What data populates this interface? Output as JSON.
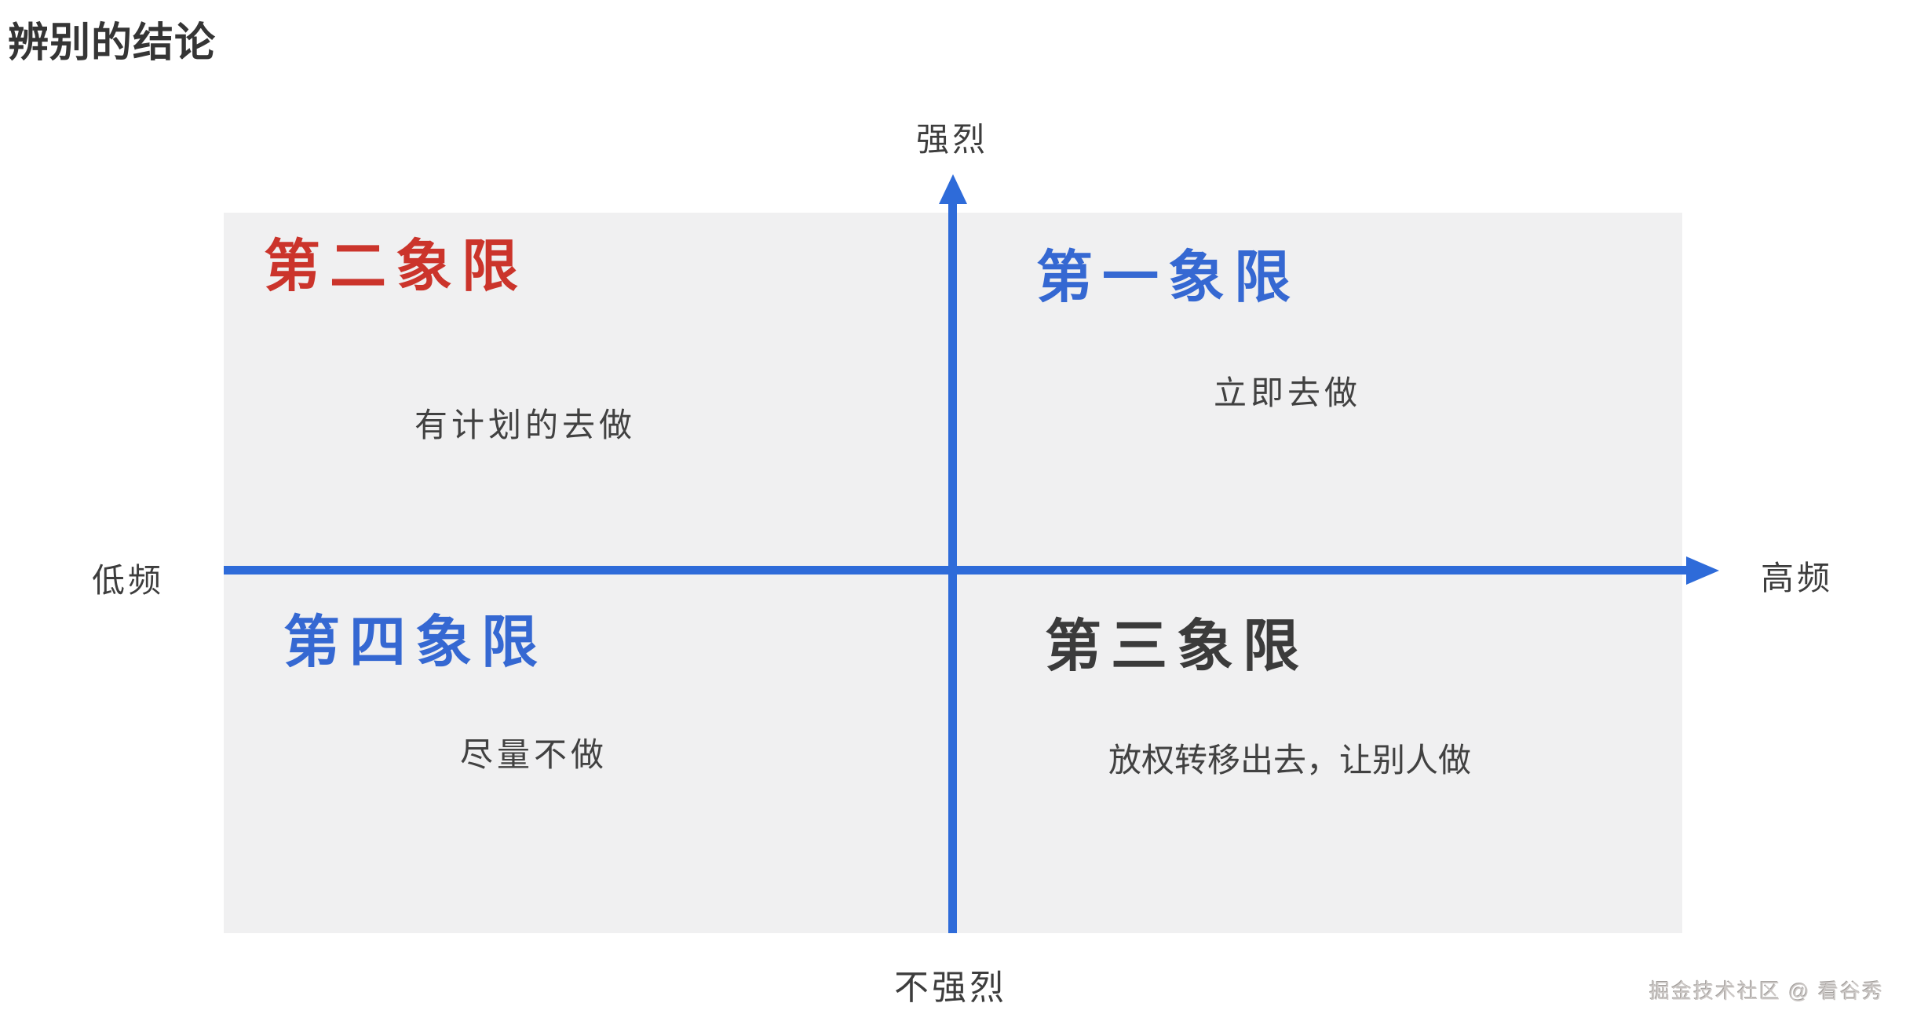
{
  "page": {
    "title": "辨别的结论"
  },
  "colors": {
    "axis_blue": "#2e6bd9",
    "quadrant_red": "#cb342b",
    "quadrant_blue": "#3568d2",
    "quadrant_dark": "#3b3b3b",
    "plot_background": "#f0f0f1",
    "text_dark": "#3d3d3d",
    "watermark_gray": "#cdc9c7"
  },
  "diagram": {
    "axes": {
      "y_top_label": "强烈",
      "y_bottom_label": "不强烈",
      "x_left_label": "低频",
      "x_right_label": "高频"
    },
    "quadrants": [
      {
        "id": "quadrant-2",
        "label": "第二象限",
        "description": "有计划的去做",
        "label_color": "#cb342b"
      },
      {
        "id": "quadrant-1",
        "label": "第一象限",
        "description": "立即去做",
        "label_color": "#3568d2"
      },
      {
        "id": "quadrant-4",
        "label": "第四象限",
        "description": "尽量不做",
        "label_color": "#3568d2"
      },
      {
        "id": "quadrant-3",
        "label": "第三象限",
        "description": "放权转移出去，让别人做",
        "label_color": "#3b3b3b"
      }
    ]
  },
  "footer": {
    "watermark": "掘金技术社区 @ 看谷秀"
  }
}
